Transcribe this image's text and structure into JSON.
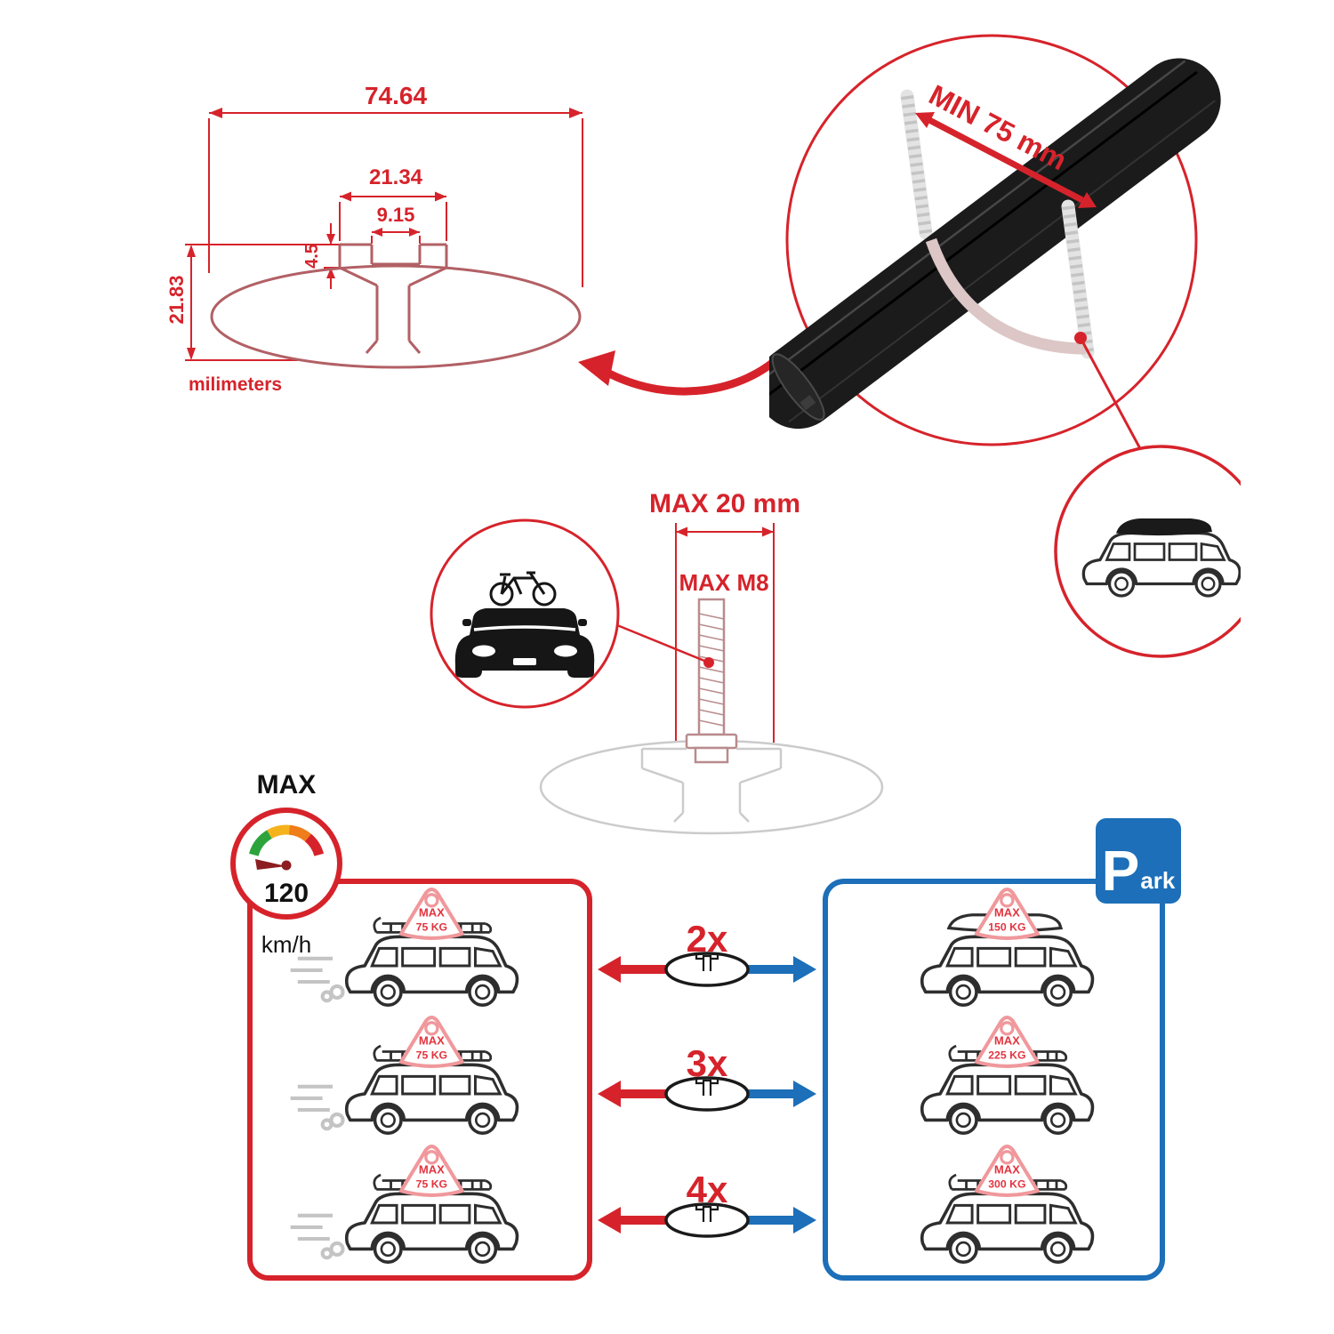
{
  "tech_drawing": {
    "dim_outer_width": "74.64",
    "dim_slot_width": "21.34",
    "dim_opening_width": "9.15",
    "dim_lip_depth": "4.5",
    "dim_height": "21.83",
    "units_label": "milimeters"
  },
  "bar_detail": {
    "min_span_label": "MIN 75 mm"
  },
  "bolt_detail": {
    "max_length_label": "MAX 20 mm",
    "max_thread_label": "MAX M8"
  },
  "speed_limit": {
    "title": "MAX",
    "value": "120",
    "unit": "km/h"
  },
  "park_sign": {
    "letter": "P",
    "suffix": "ark"
  },
  "comparison": {
    "rows": [
      {
        "qty": "2x",
        "drive_badge_title": "MAX",
        "drive_badge_load": "75 KG",
        "park_badge_title": "MAX",
        "park_badge_load": "150 KG"
      },
      {
        "qty": "3x",
        "drive_badge_title": "MAX",
        "drive_badge_load": "75 KG",
        "park_badge_title": "MAX",
        "park_badge_load": "225 KG"
      },
      {
        "qty": "4x",
        "drive_badge_title": "MAX",
        "drive_badge_load": "75 KG",
        "park_badge_title": "MAX",
        "park_badge_load": "300 KG"
      }
    ]
  },
  "colors": {
    "red": "#d6232b",
    "blue": "#1c6fb8",
    "black": "#1a1a1a",
    "gray": "#cbcbcb"
  }
}
